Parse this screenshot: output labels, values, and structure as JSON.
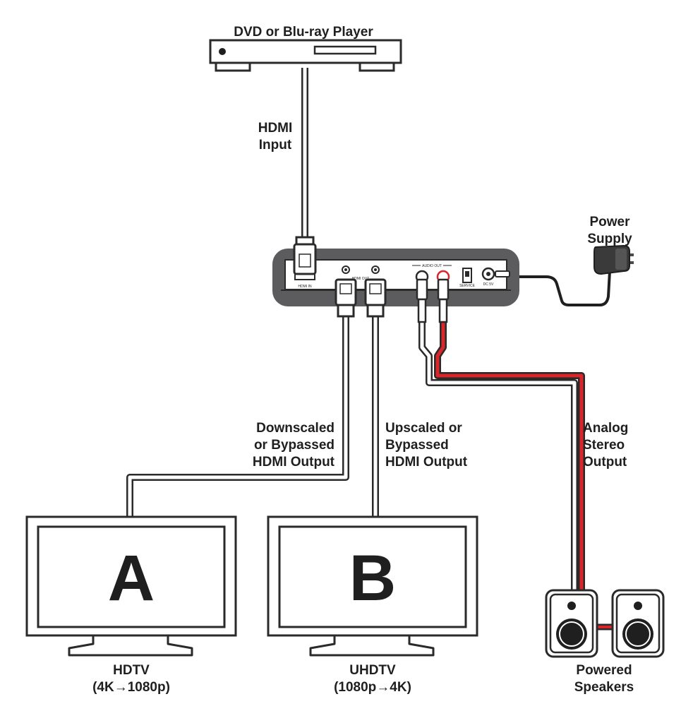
{
  "source": {
    "label": "DVD or Blu-ray Player"
  },
  "hdmi_input": {
    "line1": "HDMI",
    "line2": "Input"
  },
  "power": {
    "line1": "Power",
    "line2": "Supply"
  },
  "device": {
    "port_hdmi_in": "HDMI IN",
    "port_hdmi_out": "HDMI OUT",
    "port_audio_out": "AUDIO OUT",
    "port_service": "SERVICE",
    "port_dc": "DC 5V"
  },
  "output_a": {
    "line1": "Downscaled",
    "line2": "or Bypassed",
    "line3": "HDMI Output"
  },
  "output_b": {
    "line1": "Upscaled or",
    "line2": "Bypassed",
    "line3": "HDMI Output"
  },
  "analog": {
    "line1": "Analog",
    "line2": "Stereo",
    "line3": "Output"
  },
  "tv_a": {
    "letter": "A",
    "name": "HDTV",
    "spec": "(4K→1080p)"
  },
  "tv_b": {
    "letter": "B",
    "name": "UHDTV",
    "spec": "(1080p→4K)"
  },
  "speakers": {
    "line1": "Powered",
    "line2": "Speakers"
  }
}
